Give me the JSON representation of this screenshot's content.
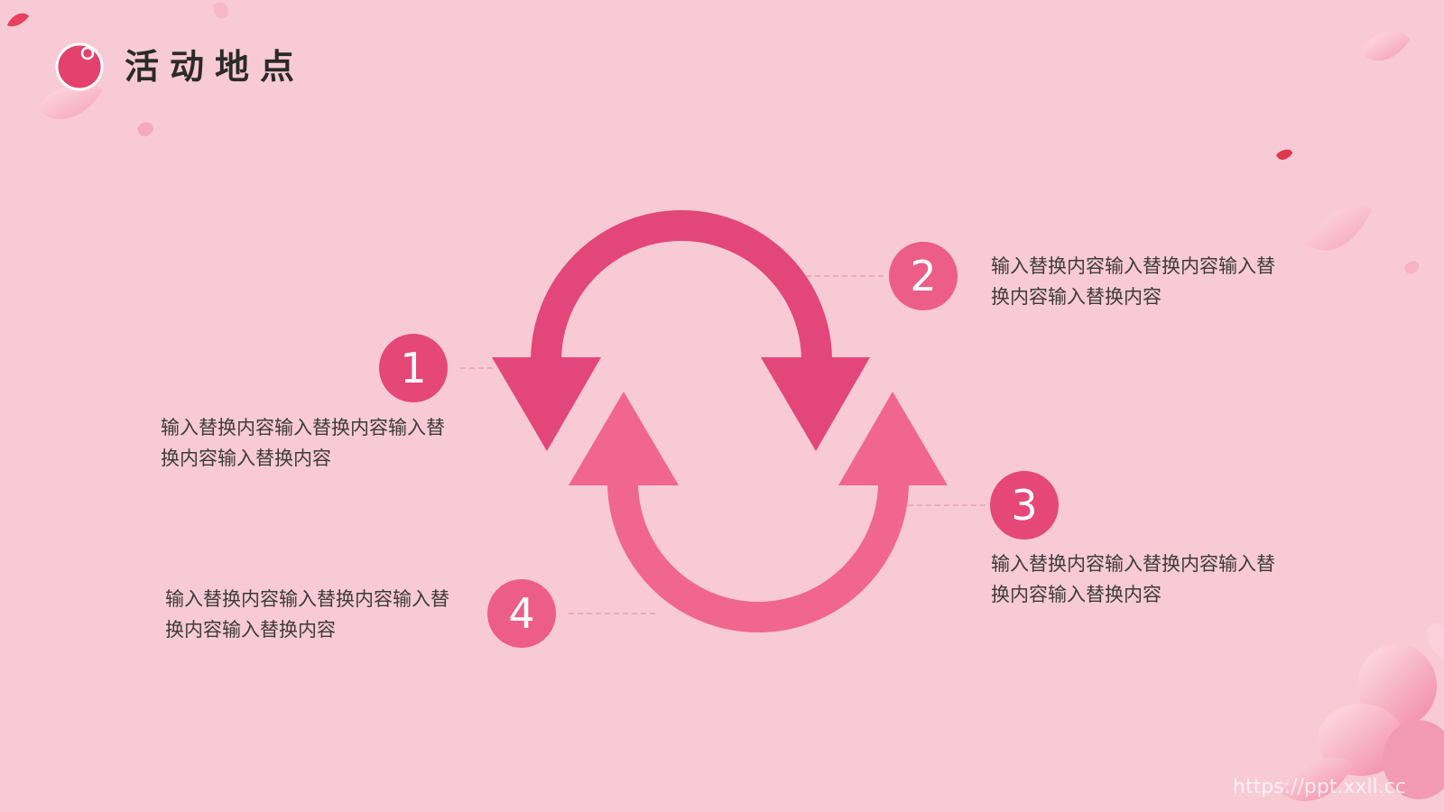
{
  "title": "活动地点",
  "steps": [
    {
      "number": "1",
      "text": "输入替换内容输入替换内容输入替换内容输入替换内容"
    },
    {
      "number": "2",
      "text": "输入替换内容输入替换内容输入替换内容输入替换内容"
    },
    {
      "number": "3",
      "text": "输入替换内容输入替换内容输入替换内容输入替换内容"
    },
    {
      "number": "4",
      "text": "输入替换内容输入替换内容输入替换内容输入替换内容"
    }
  ],
  "watermark": "https://ppt.xxll.cc",
  "colors": {
    "background": "#f8cad6",
    "arrow_top": "#e2467a",
    "arrow_bottom": "#f0668f",
    "badge": "#e54777",
    "title_text": "#2a2a2a",
    "body_text": "#3c3c3c"
  },
  "icons": {
    "title": "circle-dot-icon",
    "diagram": "cycle-arrows-icon"
  }
}
